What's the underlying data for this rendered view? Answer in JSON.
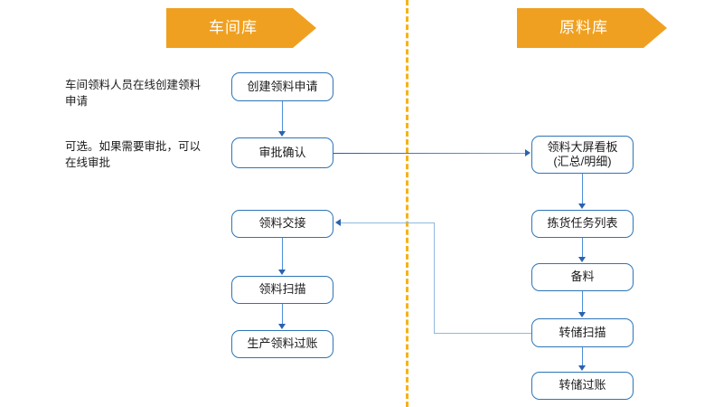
{
  "banners": {
    "left": {
      "label": "车间库"
    },
    "right": {
      "label": "原料库"
    }
  },
  "notes": [
    {
      "text": "车间领料人员在线创建领料申请"
    },
    {
      "text": "可选。如果需要审批，可以在线审批"
    }
  ],
  "left_column": {
    "nodes": [
      {
        "label": "创建领料申请"
      },
      {
        "label": "审批确认"
      },
      {
        "label": "领料交接"
      },
      {
        "label": "领料扫描"
      },
      {
        "label": "生产领料过账"
      }
    ]
  },
  "right_column": {
    "nodes": [
      {
        "label": "领料大屏看板\n(汇总/明细)"
      },
      {
        "label": "拣货任务列表"
      },
      {
        "label": "备料"
      },
      {
        "label": "转储扫描"
      },
      {
        "label": "转储过账"
      }
    ]
  },
  "colors": {
    "banner_fill": "#F0A020",
    "divider": "#F5B317",
    "node_border": "#2E75B6",
    "connector": "#4a90d9",
    "arrow": "#2a62ad"
  }
}
